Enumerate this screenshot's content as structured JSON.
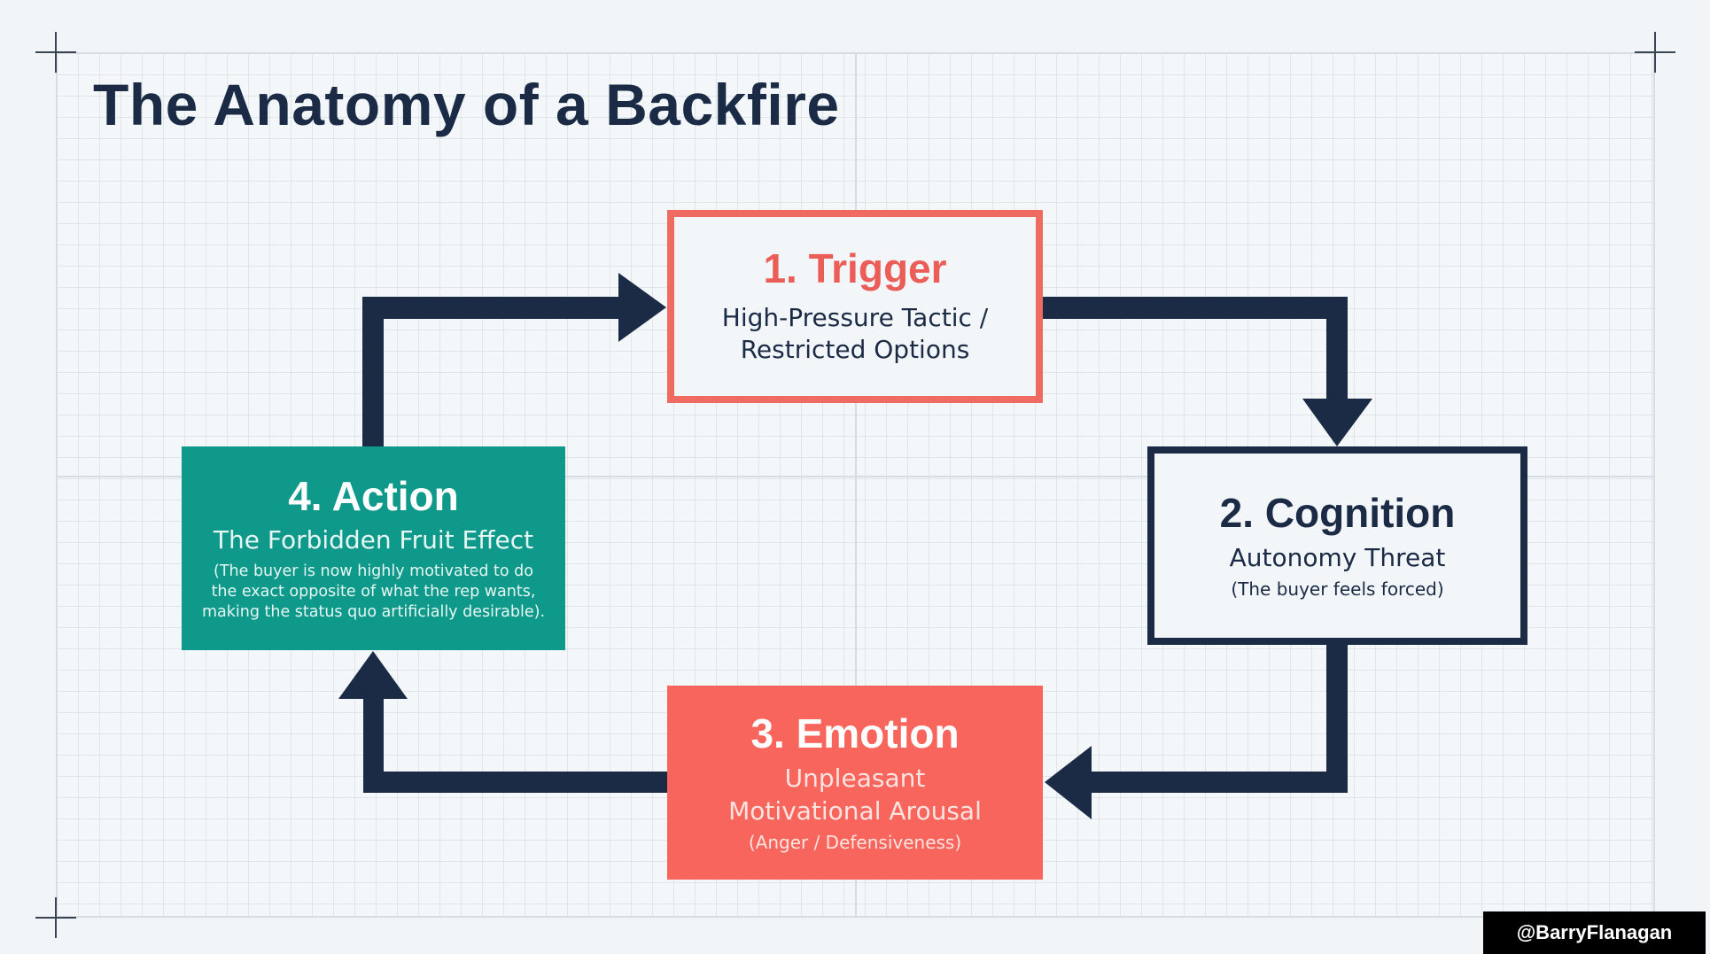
{
  "title": "The Anatomy of a Backfire",
  "colors": {
    "navy": "#1b2a45",
    "coral": "#f8655c",
    "coral_border": "#ef6b61",
    "teal": "#0f998a",
    "background": "#f1f5f8"
  },
  "steps": {
    "trigger": {
      "heading": "1. Trigger",
      "line1": "High-Pressure Tactic /",
      "line2": "Restricted Options"
    },
    "cognition": {
      "heading": "2. Cognition",
      "subtitle": "Autonomy Threat",
      "note": "(The buyer feels forced)"
    },
    "emotion": {
      "heading": "3. Emotion",
      "line1": "Unpleasant",
      "line2": "Motivational Arousal",
      "note": "(Anger / Defensiveness)"
    },
    "action": {
      "heading": "4. Action",
      "subtitle": "The Forbidden Fruit Effect",
      "note1": "(The buyer is now highly motivated to do",
      "note2": "the exact opposite of what the rep wants,",
      "note3": "making the status quo artificially desirable)."
    }
  },
  "flow": [
    "trigger",
    "cognition",
    "emotion",
    "action",
    "trigger"
  ],
  "watermark": "@BarryFlanagan"
}
